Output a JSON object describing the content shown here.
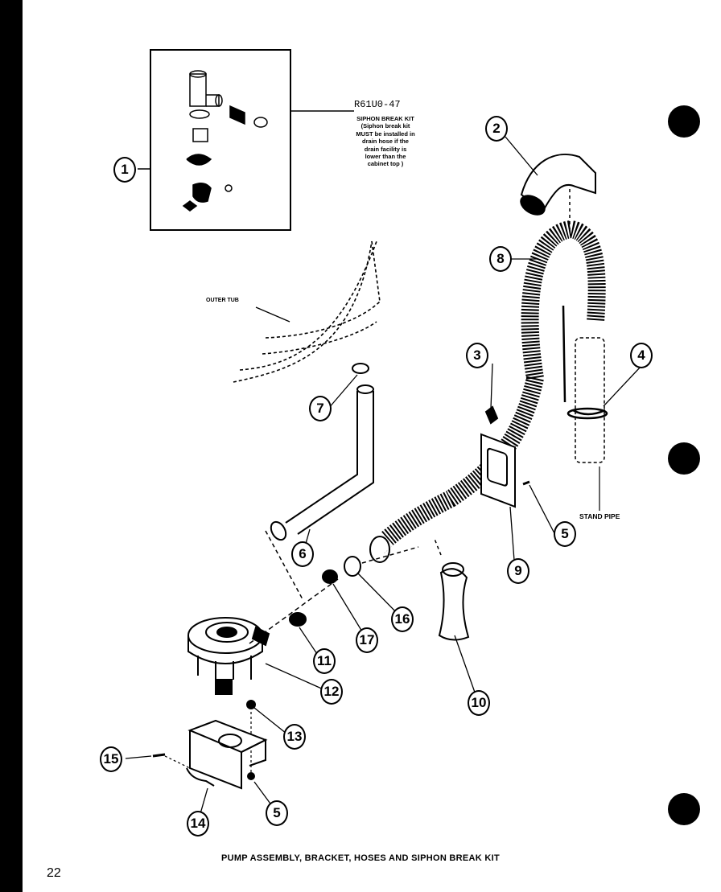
{
  "kit": {
    "part_number": "R61U0-47",
    "note_lines": [
      "SIPHON BREAK KIT",
      "(Siphon break kit",
      "MUST be installed in",
      "drain hose if the",
      "drain facility is",
      "lower than the",
      "cabinet top )"
    ]
  },
  "labels": {
    "outer_tub": "OUTER TUB",
    "stand_pipe": "STAND PIPE"
  },
  "callouts": [
    "1",
    "2",
    "3",
    "4",
    "5",
    "5",
    "6",
    "7",
    "8",
    "9",
    "10",
    "11",
    "12",
    "13",
    "14",
    "15",
    "16",
    "17"
  ],
  "caption": "PUMP ASSEMBLY, BRACKET, HOSES AND SIPHON BREAK KIT",
  "page_number": "22"
}
